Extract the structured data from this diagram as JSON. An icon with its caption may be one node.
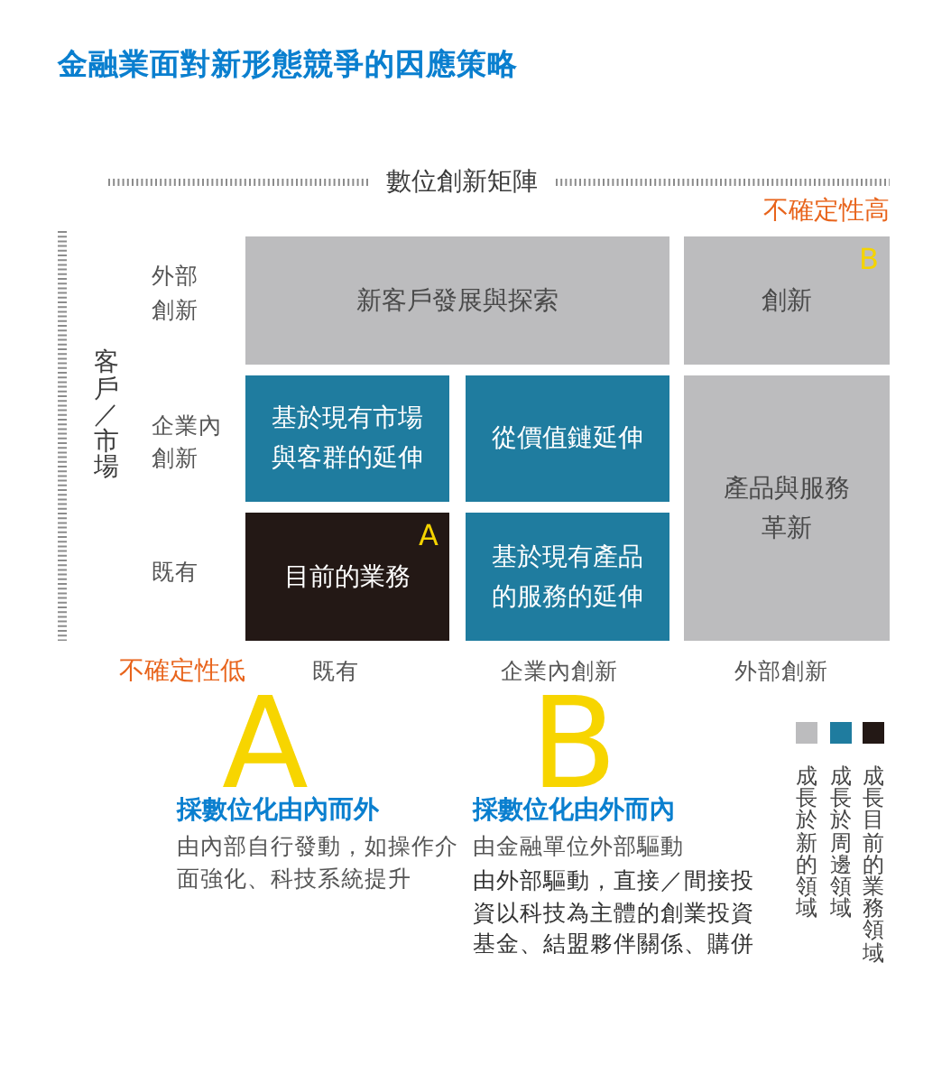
{
  "diagram": {
    "title": "金融業面對新形態競爭的因應策略",
    "nodes": [
      {
        "text": [
          "新客戶發展與探索"
        ]
      },
      {
        "text": [
          "創新",
          "B"
        ]
      },
      {
        "text": [
          "基於現有市場與客群的延伸"
        ]
      },
      {
        "text": [
          "從價值鏈延伸"
        ]
      },
      {
        "text": [
          "產品與服務革新"
        ]
      },
      {
        "text": [
          "目前的業務",
          "A"
        ]
      },
      {
        "text": [
          "基於現有產品的服務的延伸"
        ]
      }
    ],
    "labels": [
      "數位創新矩陣",
      "不確定性高",
      "客戶／市場",
      "外部創新",
      "企業內創新",
      "既有",
      "不確定性低",
      "既有",
      "企業內創新",
      "外部創新",
      "A",
      "採數位化由內而外",
      "由內部自行發動，如操作介面強化、科技系統提升",
      "B",
      "採數位化由外而內",
      "由金融單位外部驅動",
      "由外部驅動，直接／間接投資以科技為主體的創業投資基金、結盟夥伴關係、購併"
    ],
    "legend": [
      {
        "text": "成長於新的領域",
        "color": "#bcbcbe"
      },
      {
        "text": "成長於周邊領域",
        "color": "#1f7c9f"
      },
      {
        "text": "成長目前的業務領域",
        "color": "#231815"
      }
    ]
  }
}
